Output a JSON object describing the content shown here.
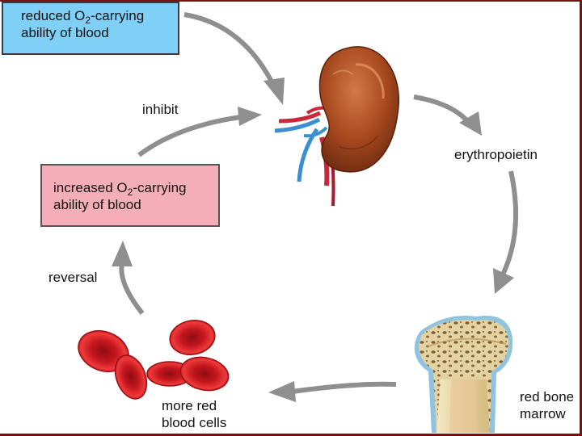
{
  "boxes": {
    "reduced": {
      "line1_pre": "reduced O",
      "line1_sub": "2",
      "line1_post": "-carrying",
      "line2": "ability of blood",
      "color": "#7fd0f7"
    },
    "increased": {
      "line1_pre": "increased O",
      "line1_sub": "2",
      "line1_post": "-carrying",
      "line2": "ability of blood",
      "color": "#f4aeb8"
    }
  },
  "labels": {
    "inhibit": "inhibit",
    "erythropoietin": "erythropoietin",
    "reversal": "reversal",
    "more_red_line1": "more red",
    "more_red_line2": "blood cells",
    "marrow_line1": "red bone",
    "marrow_line2": "marrow"
  },
  "colors": {
    "frame": "#7a1010",
    "arrow": "#9a9a9a",
    "kidney": "#a0461f",
    "rbc": "#d8202a",
    "bone": "#e2cf9b",
    "artery": "#c8283a",
    "vein": "#3a8fd0"
  }
}
